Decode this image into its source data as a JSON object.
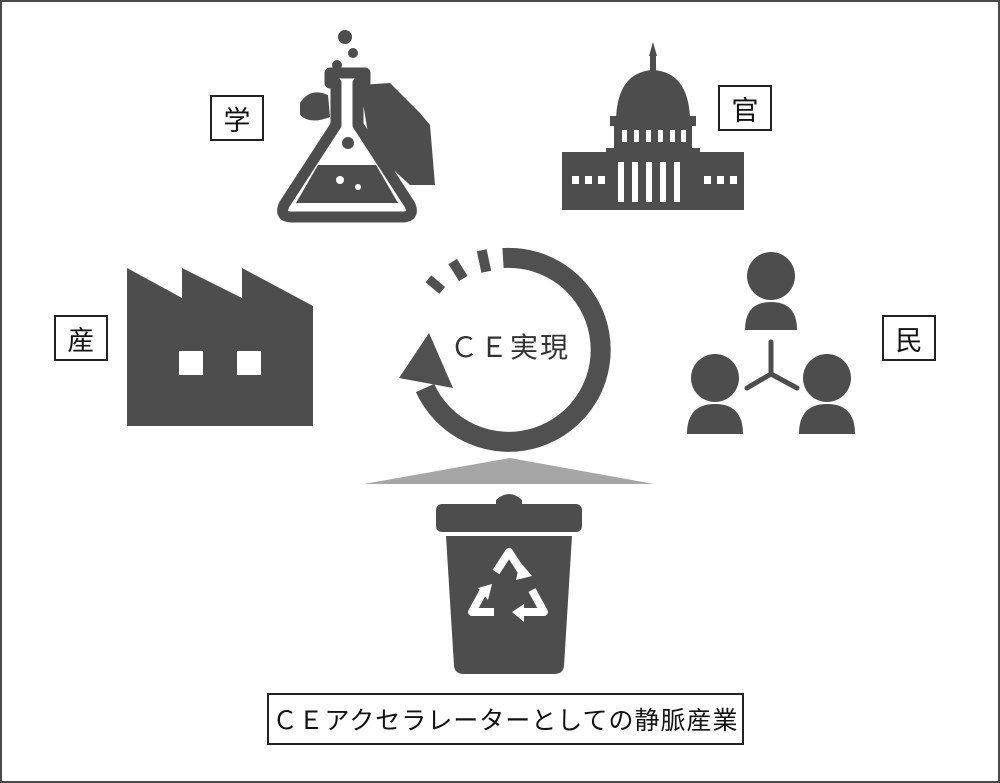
{
  "labels": {
    "academia": "学",
    "government": "官",
    "industry": "産",
    "citizens": "民"
  },
  "center": {
    "text": "ＣＥ実現"
  },
  "bottom": {
    "text": "ＣＥアクセラレーターとしての静脈産業"
  },
  "colors": {
    "icon": "#4d4d4d",
    "arrow": "#505050",
    "wedge": "#a6a6a6",
    "border": "#222222"
  },
  "icons": [
    "flask-icon",
    "capitol-icon",
    "factory-icon",
    "people-network-icon",
    "cycle-arrow-icon",
    "recycle-bin-icon"
  ]
}
